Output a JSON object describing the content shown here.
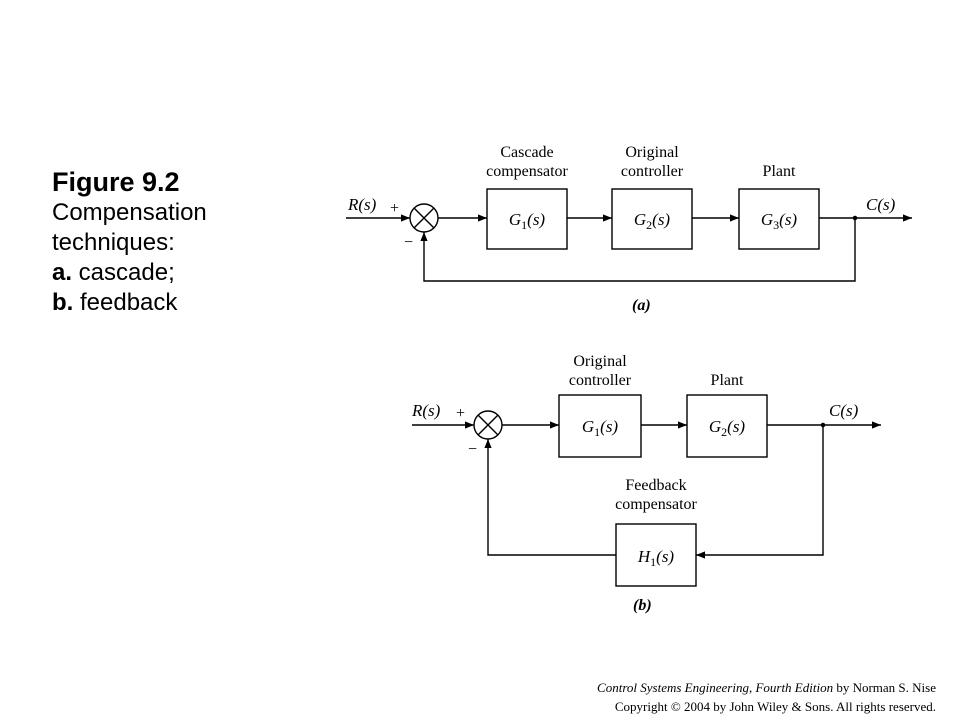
{
  "caption": {
    "figure": "Figure 9.2",
    "line1": "Compensation",
    "line2": "techniques:",
    "a_letter": "a.",
    "a_text": " cascade;",
    "b_letter": "b.",
    "b_text": " feedback"
  },
  "diagram_a": {
    "input": "R(s)",
    "output": "C(s)",
    "plus": "+",
    "minus": "−",
    "label": "(a)",
    "blocks": [
      {
        "title1": "Cascade",
        "title2": "compensator",
        "tf": "G",
        "sub": "1",
        "arg": "(s)"
      },
      {
        "title1": "Original",
        "title2": "controller",
        "tf": "G",
        "sub": "2",
        "arg": "(s)"
      },
      {
        "title1": "",
        "title2": "Plant",
        "tf": "G",
        "sub": "3",
        "arg": "(s)"
      }
    ]
  },
  "diagram_b": {
    "input": "R(s)",
    "output": "C(s)",
    "plus": "+",
    "minus": "−",
    "label": "(b)",
    "blocks": [
      {
        "title1": "Original",
        "title2": "controller",
        "tf": "G",
        "sub": "1",
        "arg": "(s)"
      },
      {
        "title1": "",
        "title2": "Plant",
        "tf": "G",
        "sub": "2",
        "arg": "(s)"
      }
    ],
    "feedback": {
      "title1": "Feedback",
      "title2": "compensator",
      "tf": "H",
      "sub": "1",
      "arg": "(s)"
    }
  },
  "credit": {
    "book": "Control Systems Engineering, Fourth Edition",
    "by": " by Norman S. Nise",
    "copyright": "Copyright © 2004 by John Wiley & Sons. All rights reserved."
  }
}
